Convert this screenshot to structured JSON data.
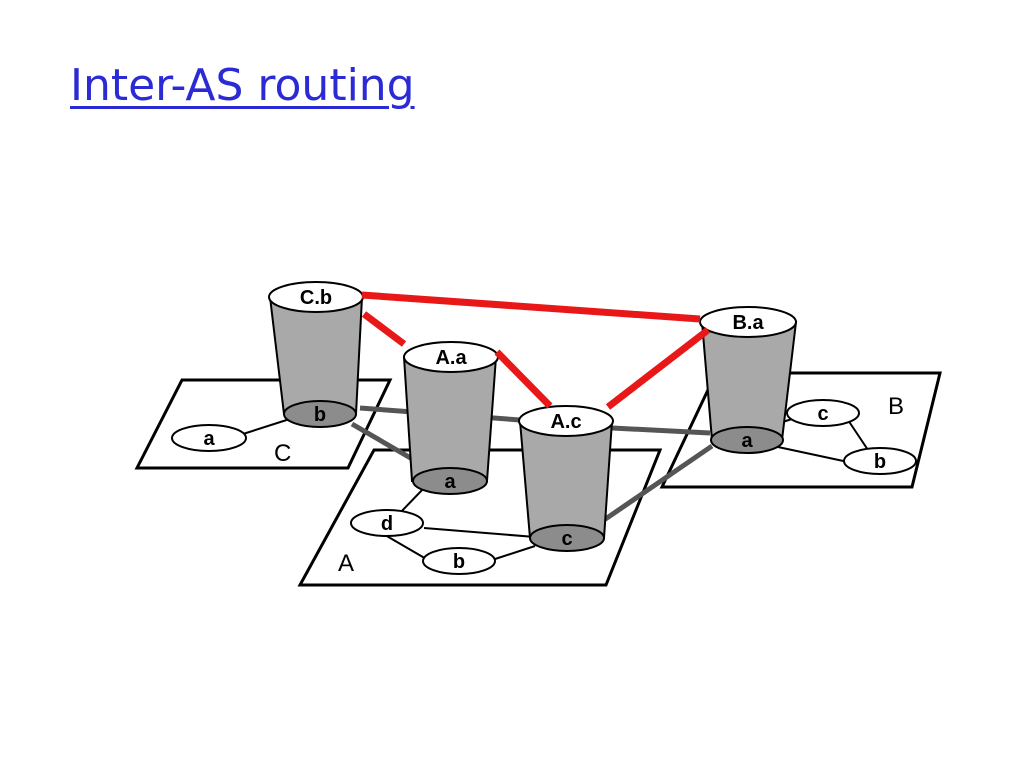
{
  "title": "Inter-AS routing",
  "colors": {
    "title": "#2b2bd6",
    "inter_as_link": "#e81818",
    "intra_as_link": "#555555",
    "cylinder_body": "#a9a9a9",
    "border_node": "#8c8c8c",
    "node_fill": "#ffffff"
  },
  "autonomous_systems": [
    {
      "id": "C",
      "label": "C"
    },
    {
      "id": "A",
      "label": "A"
    },
    {
      "id": "B",
      "label": "B"
    }
  ],
  "routers": {
    "cb_top": "C.b",
    "aa_top": "A.a",
    "ac_top": "A.c",
    "ba_top": "B.a",
    "c_a": "a",
    "c_b": "b",
    "a_a": "a",
    "a_d": "d",
    "a_b": "b",
    "a_c": "c",
    "b_a": "a",
    "b_c": "c",
    "b_b": "b"
  }
}
